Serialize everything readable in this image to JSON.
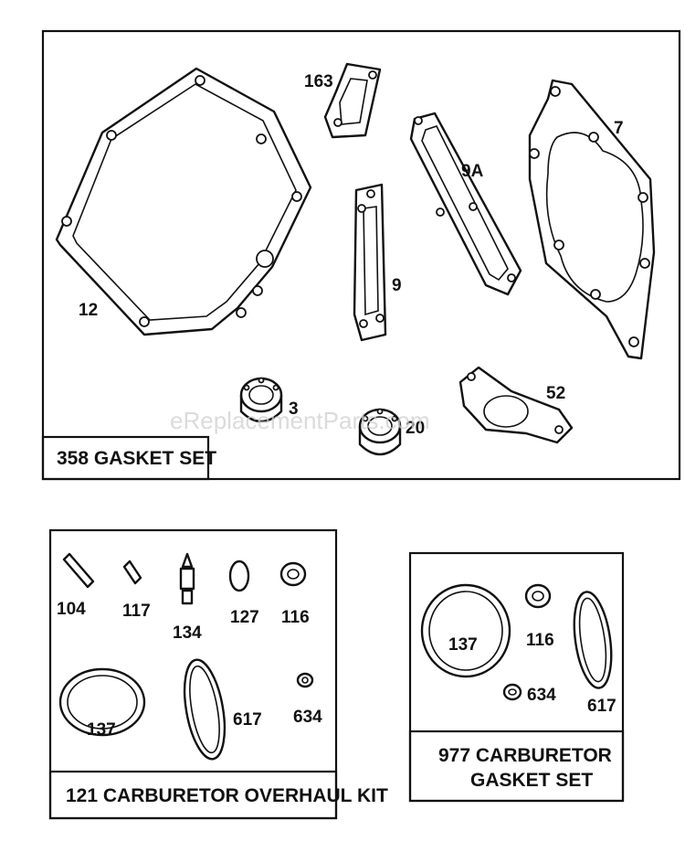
{
  "watermark": "eReplacementParts.com",
  "gasket_set": {
    "title": "358 GASKET SET",
    "parts": {
      "p163": "163",
      "p12": "12",
      "p9a": "9A",
      "p7": "7",
      "p9": "9",
      "p3": "3",
      "p20": "20",
      "p52": "52"
    }
  },
  "overhaul_kit": {
    "title": "121 CARBURETOR OVERHAUL KIT",
    "parts": {
      "p104": "104",
      "p117": "117",
      "p134": "134",
      "p127": "127",
      "p116": "116",
      "p137": "137",
      "p617": "617",
      "p634": "634"
    }
  },
  "carb_gasket_set": {
    "title_line1": "977 CARBURETOR",
    "title_line2": "GASKET SET",
    "parts": {
      "p137": "137",
      "p116": "116",
      "p634": "634",
      "p617": "617"
    }
  }
}
